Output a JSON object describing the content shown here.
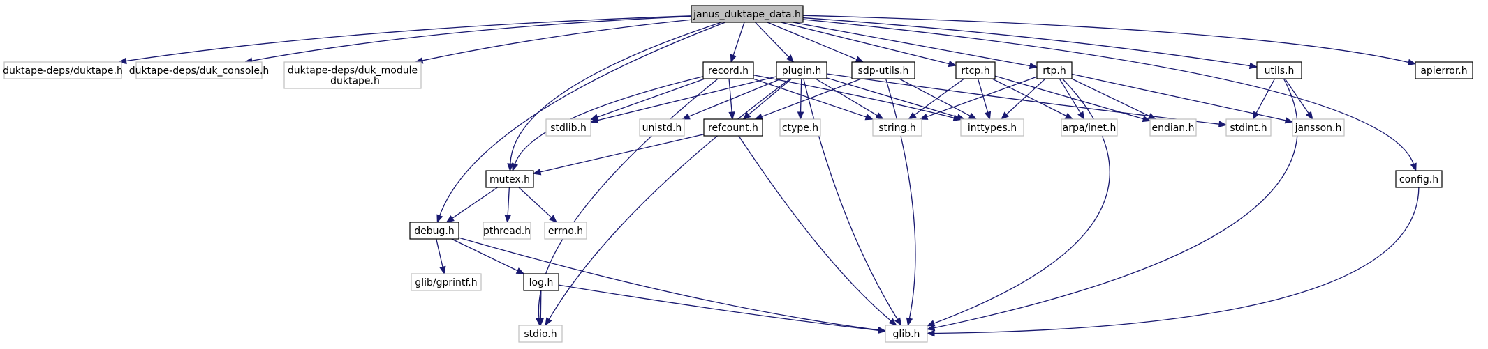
{
  "graph": {
    "root": "janus_duktape_data.h",
    "colors": {
      "edge": "#191970",
      "root_fill": "#bfbfbf",
      "local_border": "#000000",
      "system_border": "#bfbfbf",
      "text": "#000000"
    },
    "nodes": [
      {
        "id": "janus",
        "label": "janus_duktape_data.h",
        "kind": "root"
      },
      {
        "id": "duktape",
        "label": "duktape-deps/duktape.h",
        "kind": "system"
      },
      {
        "id": "dukconsole",
        "label": "duktape-deps/duk_console.h",
        "kind": "system"
      },
      {
        "id": "dukmodule",
        "label": "duktape-deps/duk_module\n_duktape.h",
        "kind": "system"
      },
      {
        "id": "record",
        "label": "record.h",
        "kind": "local"
      },
      {
        "id": "plugin",
        "label": "plugin.h",
        "kind": "local"
      },
      {
        "id": "sdp",
        "label": "sdp-utils.h",
        "kind": "local"
      },
      {
        "id": "rtcp",
        "label": "rtcp.h",
        "kind": "local"
      },
      {
        "id": "rtp",
        "label": "rtp.h",
        "kind": "local"
      },
      {
        "id": "utils",
        "label": "utils.h",
        "kind": "local"
      },
      {
        "id": "apierror",
        "label": "apierror.h",
        "kind": "local"
      },
      {
        "id": "stdlib",
        "label": "stdlib.h",
        "kind": "system"
      },
      {
        "id": "unistd",
        "label": "unistd.h",
        "kind": "system"
      },
      {
        "id": "refcount",
        "label": "refcount.h",
        "kind": "local"
      },
      {
        "id": "ctype",
        "label": "ctype.h",
        "kind": "system"
      },
      {
        "id": "string",
        "label": "string.h",
        "kind": "system"
      },
      {
        "id": "inttypes",
        "label": "inttypes.h",
        "kind": "system"
      },
      {
        "id": "arpa",
        "label": "arpa/inet.h",
        "kind": "system"
      },
      {
        "id": "endian",
        "label": "endian.h",
        "kind": "system"
      },
      {
        "id": "stdint",
        "label": "stdint.h",
        "kind": "system"
      },
      {
        "id": "jansson",
        "label": "jansson.h",
        "kind": "system"
      },
      {
        "id": "config",
        "label": "config.h",
        "kind": "local"
      },
      {
        "id": "mutex",
        "label": "mutex.h",
        "kind": "local"
      },
      {
        "id": "pthread",
        "label": "pthread.h",
        "kind": "system"
      },
      {
        "id": "errno",
        "label": "errno.h",
        "kind": "system"
      },
      {
        "id": "debug",
        "label": "debug.h",
        "kind": "local"
      },
      {
        "id": "gprintf",
        "label": "glib/gprintf.h",
        "kind": "system"
      },
      {
        "id": "log",
        "label": "log.h",
        "kind": "local"
      },
      {
        "id": "stdio",
        "label": "stdio.h",
        "kind": "system"
      },
      {
        "id": "glib",
        "label": "glib.h",
        "kind": "system"
      }
    ],
    "edges": [
      [
        "janus",
        "duktape"
      ],
      [
        "janus",
        "dukconsole"
      ],
      [
        "janus",
        "dukmodule"
      ],
      [
        "janus",
        "record"
      ],
      [
        "janus",
        "plugin"
      ],
      [
        "janus",
        "sdp"
      ],
      [
        "janus",
        "rtcp"
      ],
      [
        "janus",
        "rtp"
      ],
      [
        "janus",
        "utils"
      ],
      [
        "janus",
        "apierror"
      ],
      [
        "janus",
        "config"
      ],
      [
        "janus",
        "mutex"
      ],
      [
        "janus",
        "debug"
      ],
      [
        "record",
        "stdlib"
      ],
      [
        "record",
        "refcount"
      ],
      [
        "record",
        "string"
      ],
      [
        "record",
        "inttypes"
      ],
      [
        "record",
        "mutex"
      ],
      [
        "record",
        "stdio"
      ],
      [
        "plugin",
        "stdlib"
      ],
      [
        "plugin",
        "unistd"
      ],
      [
        "plugin",
        "refcount"
      ],
      [
        "plugin",
        "ctype"
      ],
      [
        "plugin",
        "string"
      ],
      [
        "plugin",
        "inttypes"
      ],
      [
        "plugin",
        "stdint"
      ],
      [
        "plugin",
        "glib"
      ],
      [
        "plugin",
        "stdio"
      ],
      [
        "sdp",
        "refcount"
      ],
      [
        "sdp",
        "inttypes"
      ],
      [
        "sdp",
        "glib"
      ],
      [
        "rtcp",
        "string"
      ],
      [
        "rtcp",
        "inttypes"
      ],
      [
        "rtcp",
        "arpa"
      ],
      [
        "rtcp",
        "endian"
      ],
      [
        "rtp",
        "string"
      ],
      [
        "rtp",
        "inttypes"
      ],
      [
        "rtp",
        "arpa"
      ],
      [
        "rtp",
        "endian"
      ],
      [
        "rtp",
        "jansson"
      ],
      [
        "rtp",
        "glib"
      ],
      [
        "utils",
        "stdint"
      ],
      [
        "utils",
        "jansson"
      ],
      [
        "utils",
        "glib"
      ],
      [
        "refcount",
        "mutex"
      ],
      [
        "refcount",
        "glib"
      ],
      [
        "mutex",
        "debug"
      ],
      [
        "mutex",
        "pthread"
      ],
      [
        "mutex",
        "errno"
      ],
      [
        "debug",
        "gprintf"
      ],
      [
        "debug",
        "log"
      ],
      [
        "debug",
        "glib"
      ],
      [
        "log",
        "stdio"
      ],
      [
        "log",
        "glib"
      ],
      [
        "config",
        "glib"
      ]
    ]
  }
}
